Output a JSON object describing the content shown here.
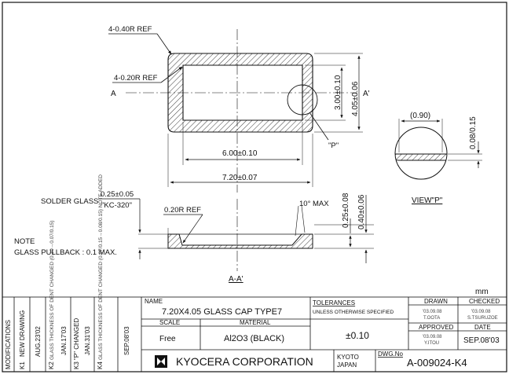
{
  "drawing": {
    "labels": {
      "ref_outer_radius": "4-0.40R REF",
      "ref_inner_radius": "4-0.20R REF",
      "section_left": "A",
      "section_right": "A'",
      "dim_inner_width": "6.00±0.10",
      "dim_outer_width": "7.20±0.07",
      "dim_inner_height": "3.00±0.10",
      "dim_outer_height": "4.05±0.06",
      "detail_callout": "\"P\"",
      "detail_dim_width": "(0.90)",
      "detail_dim_thickness": "0.08/0.15",
      "view_p": "VIEW\"P\"",
      "solder_glass_label": "SOLDER GLASS",
      "solder_glass_thickness": "0.25±0.05",
      "solder_glass_material": "\"KC-320\"",
      "section_radius": "0.20R REF",
      "draft_angle": "10° MAX",
      "dim_glass_height": "0.25±0.08",
      "dim_total_height": "0.40±0.06",
      "note_title": "NOTE",
      "note_text": "GLASS PULLBACK : 0.1 MAX.",
      "section_title": "A-A'",
      "units": "mm"
    }
  },
  "title_block": {
    "modifications_header": "MODIFICATIONS",
    "modifications": [
      {
        "rev": "K1",
        "text": "NEW DRAWING",
        "date": "AUG.23'02"
      },
      {
        "rev": "K2",
        "text": "GLASS THICKNESS OF DENT CHANGED (0.10→0.07/0.15)",
        "date": "JAN.17'03"
      },
      {
        "rev": "K3",
        "text": "\"P\" CHANGED",
        "date": "JAN.31'03"
      },
      {
        "rev": "K4",
        "text": "GLASS THICKNESS OF DENT CHANGED (0.07/0.15→0.08/0.15) NOTE ADDED",
        "date": "SEP.08'03"
      }
    ],
    "name_label": "NAME",
    "name_value": "7.20X4.05 GLASS CAP TYPE7",
    "scale_label": "SCALE",
    "scale_value": "Free",
    "material_label": "MATERIAL",
    "material_value": "Al2O3 (BLACK)",
    "tolerances_label": "TOLERANCES",
    "tolerances_sub": "UNLESS OTHERWISE SPECIFIED",
    "tolerance_value": "±0.10",
    "drawn_label": "DRAWN",
    "drawn_date": "'03.09.08",
    "drawn_by": "T.OOTA",
    "checked_label": "CHECKED",
    "checked_date": "'03.09.08",
    "checked_by": "S.TSURUZOE",
    "approved_label": "APPROVED",
    "approved_date": "'03.09.08",
    "approved_by": "Y.ITOU",
    "date_label": "DATE",
    "date_value": "SEP.08'03",
    "company": "KYOCERA CORPORATION",
    "city": "KYOTO",
    "country": "JAPAN",
    "dwg_label": "DWG.No",
    "dwg_value": "A-009024-K4"
  }
}
